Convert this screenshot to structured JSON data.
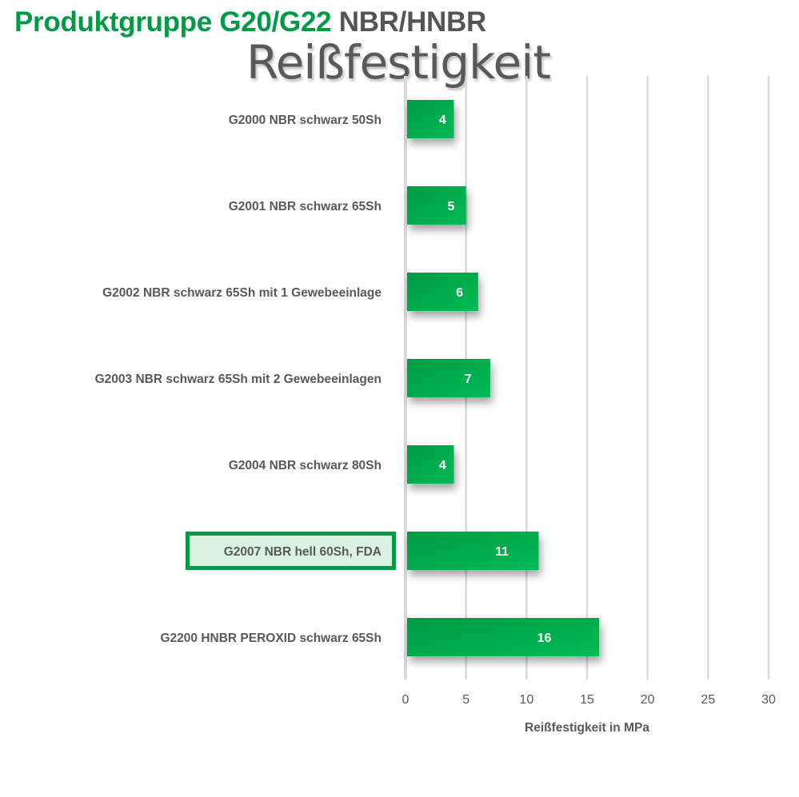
{
  "title": {
    "part1": "Produktgruppe G20/G22",
    "part2": "NBR/HNBR"
  },
  "subtitle": "Reißfestigkeit",
  "colors": {
    "bar": "#00a84a",
    "bar_light": "#00b853",
    "highlight_border": "#009a44",
    "highlight_fill": "#d9f2e4",
    "grid": "#d9d9d9",
    "text": "#595959"
  },
  "chart_data": {
    "type": "bar",
    "orientation": "horizontal",
    "title": "Reißfestigkeit",
    "categories": [
      "G2000 NBR schwarz 50Sh",
      "G2001 NBR schwarz 65Sh",
      "G2002 NBR schwarz 65Sh mit 1 Gewebeeinlage",
      "G2003 NBR schwarz 65Sh mit 2 Gewebeeinlagen",
      "G2004 NBR schwarz 80Sh",
      "G2007 NBR hell 60Sh, FDA",
      "G2200 HNBR PEROXID schwarz 65Sh"
    ],
    "values": [
      4,
      5,
      6,
      7,
      4,
      11,
      16
    ],
    "highlighted_category": "G2007 NBR hell 60Sh, FDA",
    "xlabel": "Reißfestigkeit in MPa",
    "ylabel": "",
    "xlim": [
      0,
      30
    ],
    "xticks": [
      0,
      5,
      10,
      15,
      20,
      25,
      30
    ],
    "grid": true,
    "legend": "none"
  }
}
